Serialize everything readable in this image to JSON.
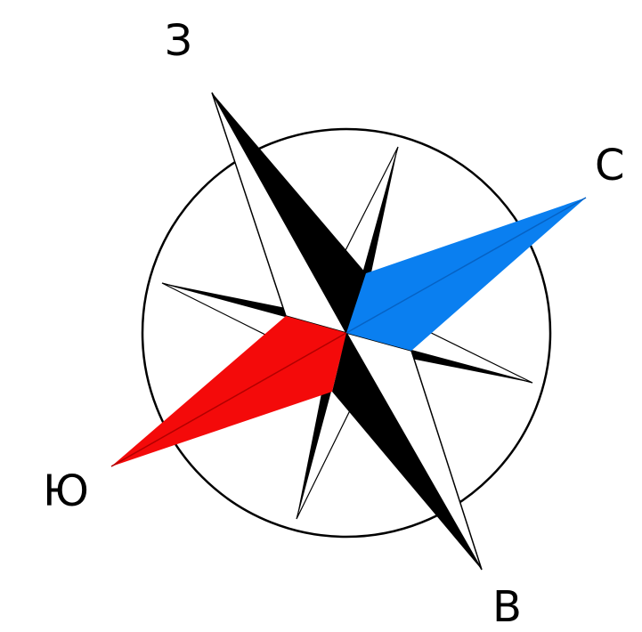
{
  "labels": {
    "west": "З",
    "north": "С",
    "south": "Ю",
    "east": "В"
  },
  "colors": {
    "north_needle": "#0a7ff0",
    "south_needle": "#f40a0a",
    "ink": "#000000",
    "light": "#ffffff",
    "background": "#ffffff"
  }
}
